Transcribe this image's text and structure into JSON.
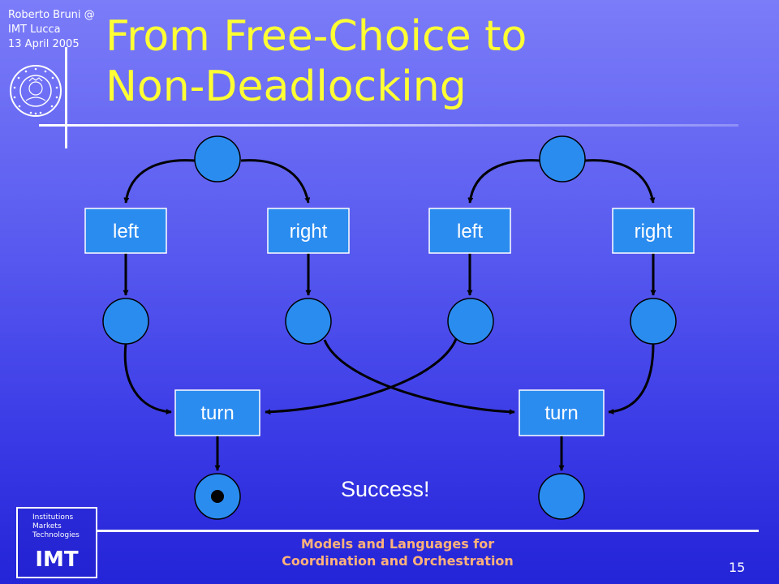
{
  "header": {
    "author": "Roberto Bruni @",
    "institution": "IMT Lucca",
    "date": "13 April 2005"
  },
  "title": {
    "line1": "From Free-Choice to",
    "line2": "Non-Deadlocking"
  },
  "diagram": {
    "transitions": {
      "t_left_1": "left",
      "t_right_1": "right",
      "t_left_2": "left",
      "t_right_2": "right",
      "t_turn_1": "turn",
      "t_turn_2": "turn"
    },
    "annotation": "Success!"
  },
  "logo_box": {
    "lines": [
      "Institutions",
      "Markets",
      "Technologies"
    ],
    "acronym": "IMT"
  },
  "footer": {
    "line1": "Models and Languages for",
    "line2": "Coordination and Orchestration",
    "page_number": "15"
  },
  "colors": {
    "title": "#ffff33",
    "place_fill": "#2b8cf0",
    "footer_text": "#ffb27a"
  }
}
